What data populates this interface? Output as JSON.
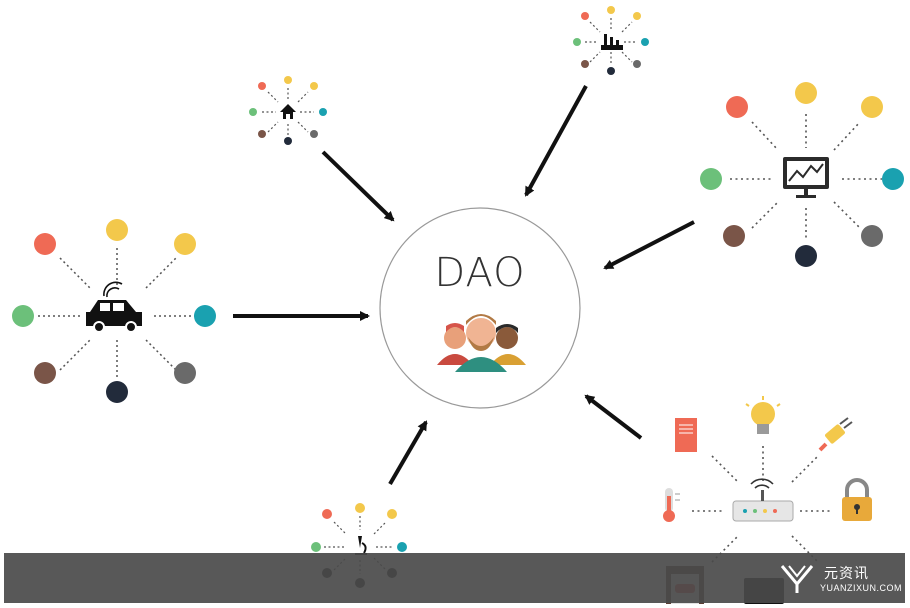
{
  "center": {
    "label": "DAO",
    "icon": "people-group-icon"
  },
  "watermark": {
    "cn": "元资讯",
    "en": "YUANZIXUN.COM",
    "icon": "yuanzixun-logo-icon"
  },
  "colors": {
    "red": "#ef6a55",
    "yellow": "#f3c84b",
    "green": "#6cc07a",
    "teal": "#1aa1b0",
    "brown": "#7a5548",
    "gray": "#6a6a6a",
    "navy": "#222b3b",
    "arrow": "#111111"
  },
  "nodes": [
    {
      "id": "car-cluster",
      "icon": "connected-car-icon"
    },
    {
      "id": "home-cluster",
      "icon": "home-icon"
    },
    {
      "id": "factory-cluster",
      "icon": "factory-icon"
    },
    {
      "id": "monitor-cluster",
      "icon": "chart-monitor-icon"
    },
    {
      "id": "lab-cluster",
      "icon": "microscope-icon"
    },
    {
      "id": "iot-cluster",
      "icon": "wifi-router-icon"
    }
  ]
}
